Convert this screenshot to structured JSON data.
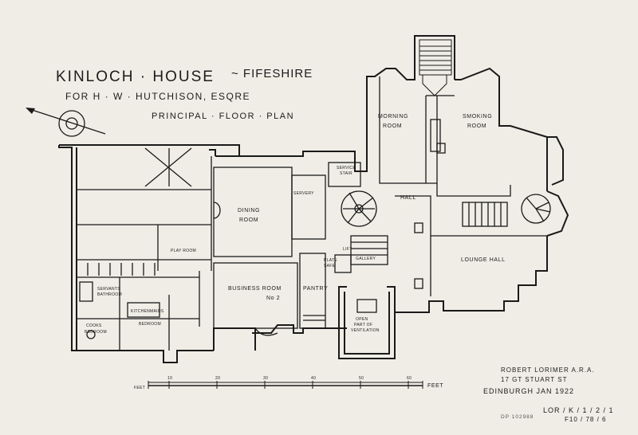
{
  "drawing": {
    "title": "KINLOCH · HOUSE",
    "county": "~ FIFESHIRE",
    "client": "FOR H · W · HUTCHISON, ESQRE",
    "subtitle": "PRINCIPAL · FLOOR · PLAN"
  },
  "rooms": {
    "morning": [
      "MORNING",
      "ROOM"
    ],
    "smoking": [
      "SMOKING",
      "ROOM"
    ],
    "dining": [
      "DINING",
      "ROOM"
    ],
    "hall": "HALL",
    "lounge": "LOUNGE HALL",
    "business": "BUSINESS ROOM",
    "business_no": "No 2",
    "pantry": "PANTRY",
    "servery": "SERVERY",
    "play": "PLAY ROOM",
    "servants_bath": [
      "SERVANTS",
      "BATHROOM"
    ],
    "cooks": [
      "COOKS",
      "BEDROOM"
    ],
    "kitchenmaids": [
      "KITCHENMAIDS",
      "BEDROOM"
    ],
    "service_stair": [
      "SERVICE",
      "STAIR"
    ],
    "plate_safe": [
      "PLATE",
      "SAFE"
    ],
    "ventilated": [
      "OPEN",
      "PART OF",
      "VENTILATION"
    ],
    "lift": "LIFT",
    "gallery": "GALLERY"
  },
  "scale": {
    "start_label": "FEET",
    "end_label": "FEET",
    "ticks": [
      "10",
      "20",
      "30",
      "40",
      "50",
      "60"
    ]
  },
  "signature": {
    "architect": "ROBERT LORIMER A.R.A.",
    "address": "17 GT STUART ST",
    "place_date": "EDINBURGH  JAN 1922"
  },
  "references": {
    "sheet_ref": "LOR / K / 1 / 2 / 1",
    "folio_ref": "F10 / 78 / 6",
    "stamp_ref": "DP 102988"
  }
}
